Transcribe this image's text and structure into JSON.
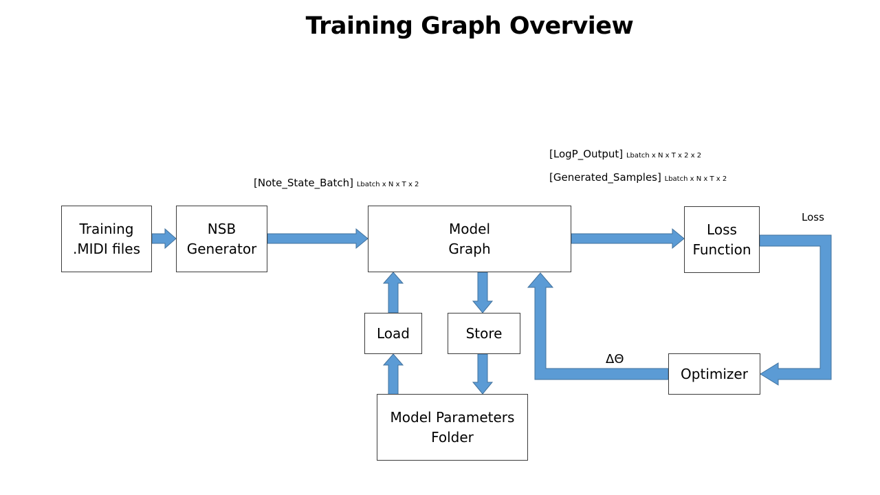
{
  "title": "Training Graph Overview",
  "nodes": {
    "training": {
      "line1": "Training",
      "line2": ".MIDI files"
    },
    "nsb": {
      "line1": "NSB",
      "line2": "Generator"
    },
    "model": {
      "line1": "Model",
      "line2": "Graph"
    },
    "loss": {
      "line1": "Loss",
      "line2": "Function"
    },
    "load": {
      "label": "Load"
    },
    "store": {
      "label": "Store"
    },
    "optimizer": {
      "label": "Optimizer"
    },
    "params": {
      "line1": "Model Parameters",
      "line2": "Folder"
    }
  },
  "labels": {
    "note_state": {
      "main": "[Note_State_Batch]",
      "sub": "Lbatch x N x T x 2"
    },
    "logp": {
      "main": "[LogP_Output]",
      "sub": "Lbatch x N x T x 2 x 2"
    },
    "generated": {
      "main": "[Generated_Samples]",
      "sub": "Lbatch x N x T x 2"
    },
    "loss": "Loss",
    "delta": "ΔΘ"
  },
  "colors": {
    "arrow": "#5b9bd5",
    "arrow_stroke": "#41719c",
    "border": "#3a3a3a"
  }
}
